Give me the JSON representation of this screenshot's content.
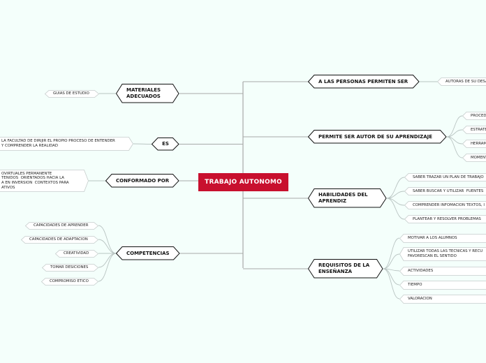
{
  "central": {
    "label": "TRABAJO AUTONOMO"
  },
  "right": [
    {
      "id": "personas",
      "label": "A LAS PERSONAS PERMITEN SER",
      "children": [
        "AUTORAS DE SU DESA"
      ]
    },
    {
      "id": "autor",
      "label": "PERMITE SER AUTOR DE SU APRENDIZAJE",
      "children": [
        "PROCED",
        "ESTRATE",
        "HERRAM",
        "MOMENT"
      ]
    },
    {
      "id": "habilidades",
      "label": "HABILIDADES DEL\nAPRENDIZ",
      "children": [
        "SABER TRAZAR UN PLAN DE TRABAJO",
        "SABER BUSCAR Y UTILIZAR  FUENTES",
        "COMPRENDER INFOMACION TEXTOS, I",
        "PLANTEAR Y RESOLVER PROBLEMAS"
      ]
    },
    {
      "id": "requisitos",
      "label": "REQUISITOS DE LA\nENSEÑANZA",
      "children": [
        "MOTIVAR A LOS ALUMNOS",
        "UTILIZAR TODAS LAS TECNICAS Y RECU\nFAVORESCAN EL SENTIDO",
        "ACTIVIDADES",
        "TIEMPO",
        "VALORACION"
      ]
    }
  ],
  "left": [
    {
      "id": "materiales",
      "label": "MATERIALES\nADECUADOS",
      "children": [
        "GUIAS DE ESTUDIO"
      ]
    },
    {
      "id": "es",
      "label": "ES",
      "children": [
        "LA FACULTAD DE DIRIJIR EL PROPIO PROCESO DE ENTENDER\nY COMPRENDER LA REALIDAD"
      ]
    },
    {
      "id": "con",
      "label": "CONFORMADO POR",
      "children": [
        "OVIRTUALES PERMANENTE\nTENIDOS  ORIENTADOS HACIA LA\nA EN INVERSION  CONTEXTOS PARA\nATIVOS"
      ]
    },
    {
      "id": "competencias",
      "label": "COMPETENCIAS",
      "children": [
        "CAPACIDADES DE APRENDER",
        "CAPACIDADES DE ADAPTACION",
        "CREATIVIDAD",
        "TOMAR DESICIONES",
        "COMPROMISO ETICO"
      ]
    }
  ],
  "colors": {
    "background": "#f4fffb",
    "central_fill": "#c8102e",
    "central_text": "#ffffff",
    "main_connector": "#a8a8a8",
    "leaf_connector": "#b9c4c2",
    "hex_border": "#111111",
    "leaf_border": "#c5cccb"
  }
}
